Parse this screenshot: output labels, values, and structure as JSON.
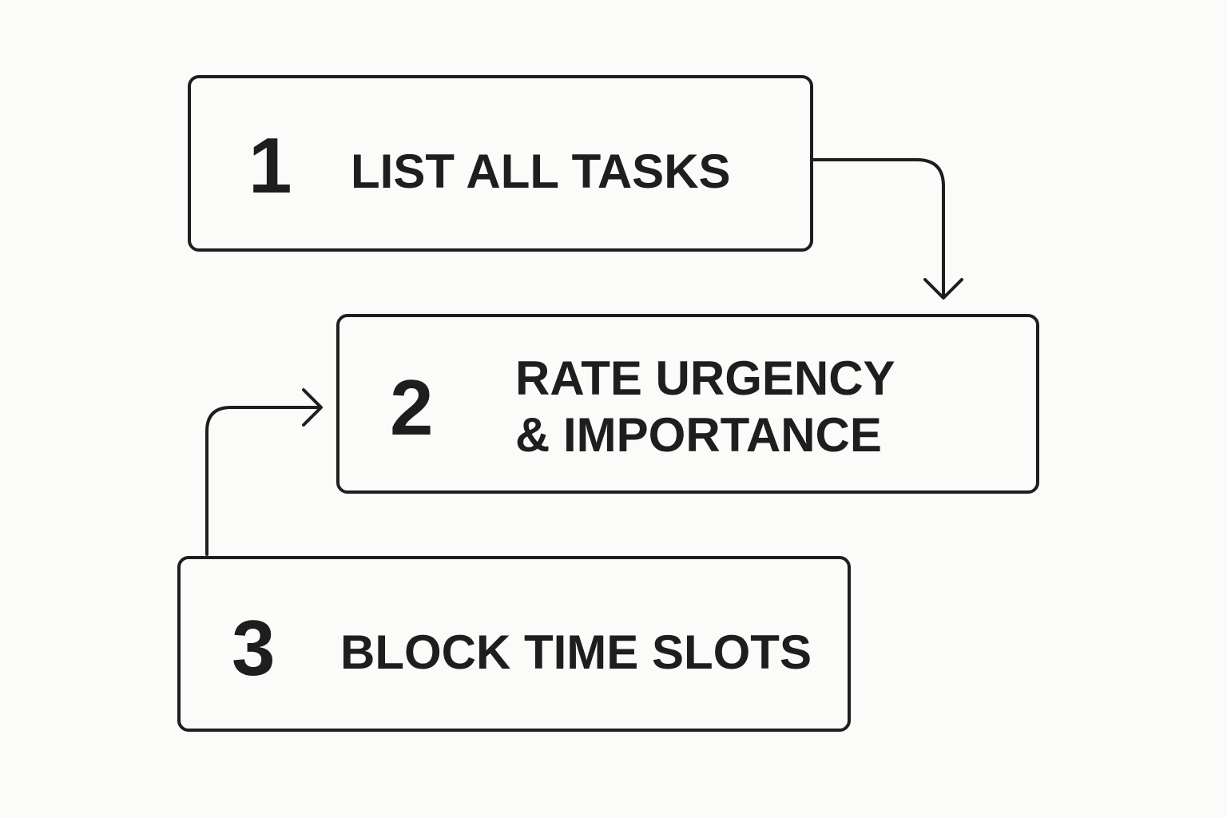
{
  "steps": [
    {
      "number": "1",
      "label_line1": "LIST ALL TASKS",
      "label_line2": ""
    },
    {
      "number": "2",
      "label_line1": "RATE URGENCY",
      "label_line2": "& IMPORTANCE"
    },
    {
      "number": "3",
      "label_line1": "BLOCK TIME SLOTS",
      "label_line2": ""
    }
  ],
  "connectors": [
    {
      "from": "1",
      "to": "2",
      "icon": "arrow-down-icon"
    },
    {
      "from": "3",
      "to": "2",
      "icon": "arrow-right-icon"
    }
  ],
  "colors": {
    "stroke": "#1e1e1e",
    "background": "#fbfbf9"
  }
}
